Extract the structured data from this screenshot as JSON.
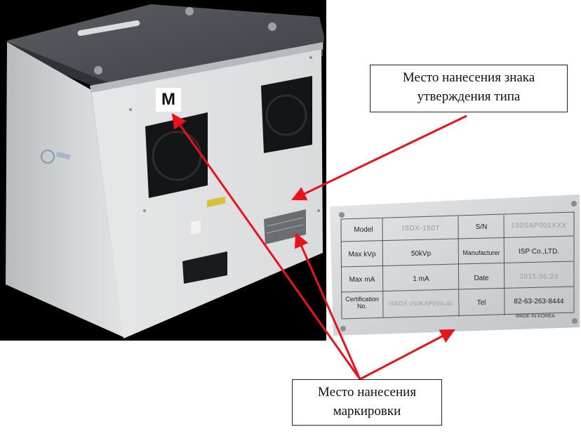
{
  "marker": {
    "letter": "M"
  },
  "callouts": {
    "approval": [
      "Место нанесения знака",
      "утверждения типа"
    ],
    "marking": [
      "Место нанесения",
      "маркировки"
    ]
  },
  "nameplate": {
    "rows": [
      {
        "label": "Model",
        "value": "ISDX-150T",
        "label2": "S/N",
        "value2": "150SAP001XXX"
      },
      {
        "label": "Max kVp",
        "value": "50kVp",
        "label2": "Manufacturer",
        "value2": "ISP Co.,LTD."
      },
      {
        "label": "Max mA",
        "value": "1 mA",
        "label2": "Date",
        "value2": "2015.06.24"
      },
      {
        "label": "Certification No.",
        "value": "ISSDX-150KAP009L40",
        "label2": "Tel",
        "value2": "82-63-263-8444"
      }
    ],
    "footer": "MADE IN KOREA"
  },
  "colors": {
    "arrow": "#e8141c",
    "cabinet": "#d7d9da",
    "lid": "#4a4d52",
    "background": "#000000"
  }
}
